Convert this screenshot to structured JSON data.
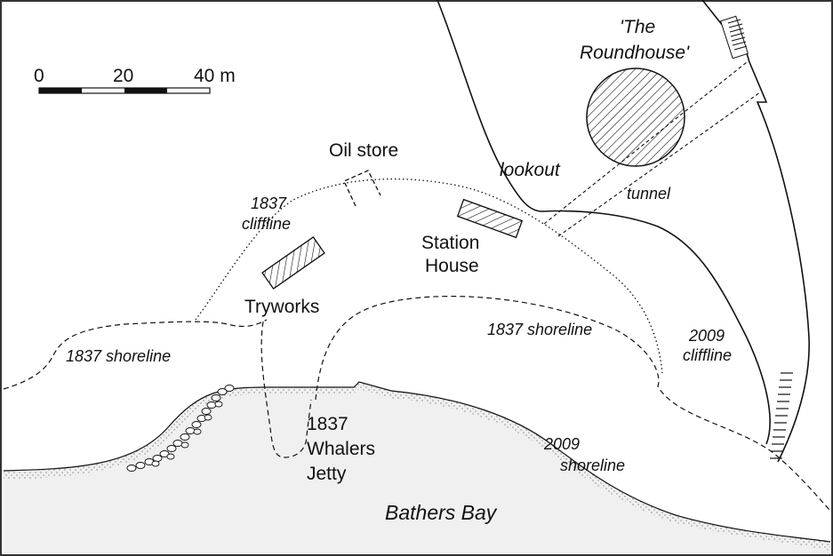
{
  "scale": {
    "tick_0": "0",
    "tick_20": "20",
    "tick_40": "40 m"
  },
  "labels": {
    "roundhouse_1": "'The",
    "roundhouse_2": "Roundhouse'",
    "oil_store": "Oil store",
    "lookout": "lookout",
    "tunnel": "tunnel",
    "cliffline_1837_a": "1837",
    "cliffline_1837_b": "cliffline",
    "station_house_1": "Station",
    "station_house_2": "House",
    "tryworks": "Tryworks",
    "shoreline_1837_left": "1837 shoreline",
    "shoreline_1837_right": "1837 shoreline",
    "cliffline_2009_a": "2009",
    "cliffline_2009_b": "cliffline",
    "jetty_1": "1837",
    "jetty_2": "Whalers",
    "jetty_3": "Jetty",
    "shoreline_2009_a": "2009",
    "shoreline_2009_b": "shoreline",
    "bay": "Bathers Bay"
  },
  "colors": {
    "ink": "#111111",
    "sea": "#f0f0f0",
    "frame": "#333333"
  }
}
